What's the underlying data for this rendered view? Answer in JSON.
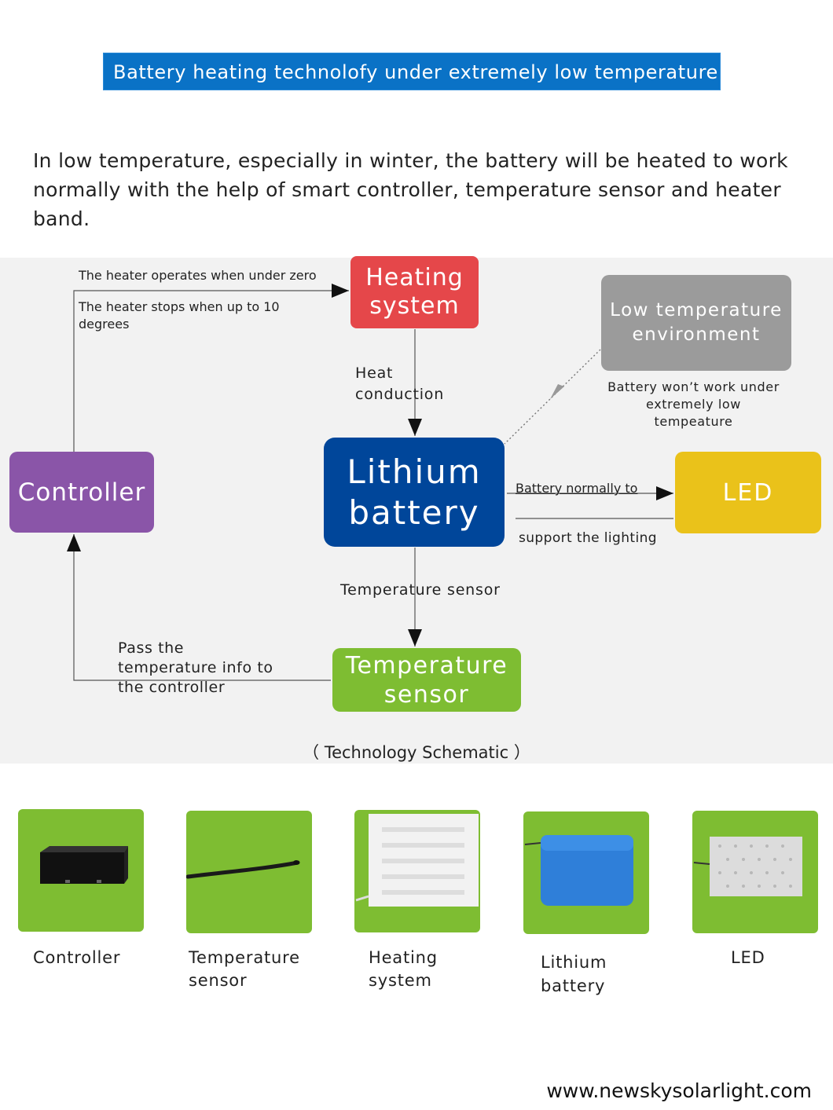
{
  "header": {
    "banner": "Battery heating technolofy under extremely low temperature",
    "intro": "In low temperature, especially in winter, the battery will be heated to work normally with the help of  smart controller, temperature sensor and heater band."
  },
  "diagram": {
    "nodes": {
      "heating_system": "Heating system",
      "low_temperature": "Low temperature environment",
      "lithium_battery": "Lithium battery",
      "controller": "Controller",
      "led": "LED",
      "temperature_sensor": "Temperature sensor"
    },
    "labels": {
      "heater_operates": "The heater operates when under zero",
      "heater_stops": "The heater stops when up to 10 degrees",
      "heat_conduction": "Heat conduction",
      "battery_wont_work": "Battery won’t work under extremely low tempeature",
      "battery_normally": "Battery normally to",
      "support_lighting": "support the lighting",
      "temperature_sensor_edge": "Temperature sensor",
      "pass_info": "Pass the temperature  info to the controller"
    },
    "caption": "（ Technology Schematic ）",
    "colors": {
      "heating": "#e5474a",
      "low_temperature": "#9b9b9b",
      "battery": "#00469a",
      "controller": "#8a55a8",
      "led": "#eac21a",
      "sensor": "#7ebd32"
    }
  },
  "products": [
    {
      "label": "Controller",
      "icon": "controller-box-photo"
    },
    {
      "label": "Temperature sensor",
      "icon": "sensor-cable-photo"
    },
    {
      "label": "Heating system",
      "icon": "heating-pad-photo"
    },
    {
      "label": "Lithium battery",
      "icon": "battery-pack-photo"
    },
    {
      "label": "LED",
      "icon": "led-panel-photo"
    }
  ],
  "footer": {
    "url": "www.newskysolarlight.com"
  }
}
